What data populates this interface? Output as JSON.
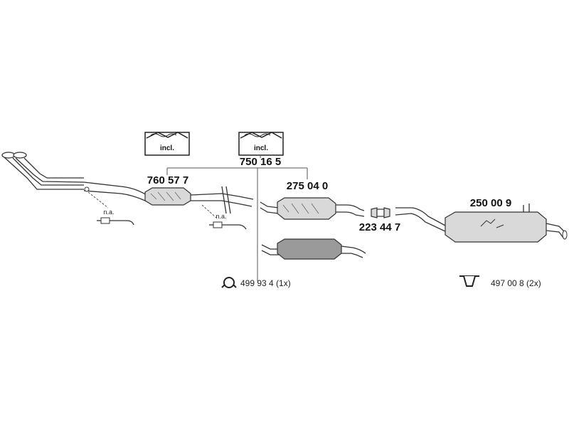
{
  "parts": {
    "catalyst": "760 57 7",
    "kit": "750 16 5",
    "middle_silencer": "275 04 0",
    "clamp": "223 44 7",
    "rear_silencer": "250 00 9",
    "mounting_ring": "499 93 4 (1x)",
    "hanger": "497 00 8 (2x)"
  },
  "labels": {
    "not_available_1": "n.a.",
    "not_available_2": "n.a.",
    "included_1": "incl.",
    "included_2": "incl."
  },
  "colors": {
    "line": "#333333",
    "part_fill": "#d9d9d9",
    "part_fill_dark": "#9a9a9a"
  }
}
